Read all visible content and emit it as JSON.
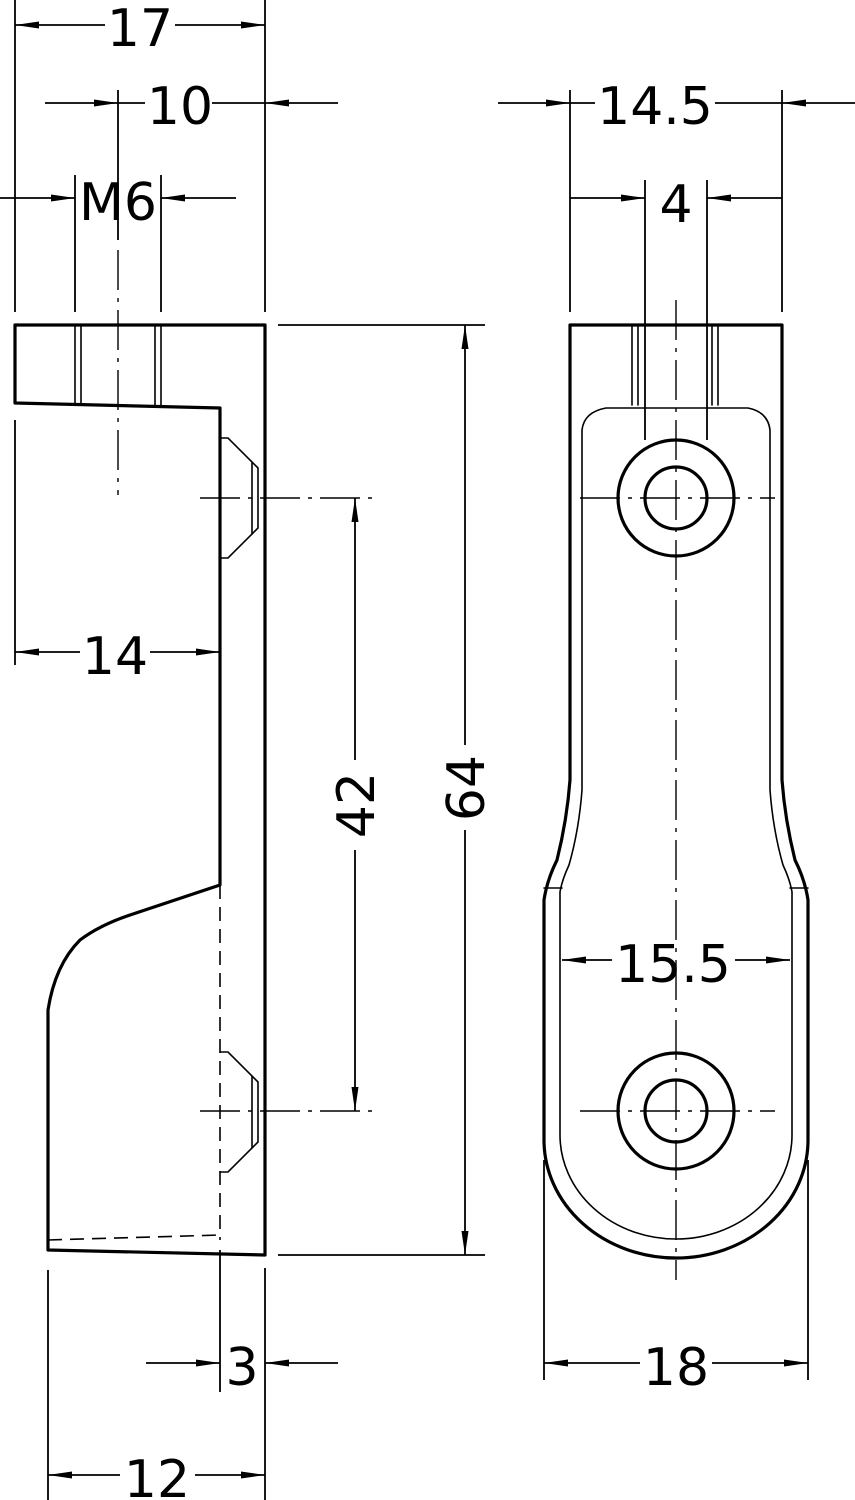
{
  "dimensions": {
    "d17": "17",
    "d10": "10",
    "m6": "M6",
    "d14": "14",
    "d42": "42",
    "d64": "64",
    "d3": "3",
    "d12": "12",
    "d14_5": "14.5",
    "d4": "4",
    "d15_5": "15.5",
    "d18": "18"
  }
}
